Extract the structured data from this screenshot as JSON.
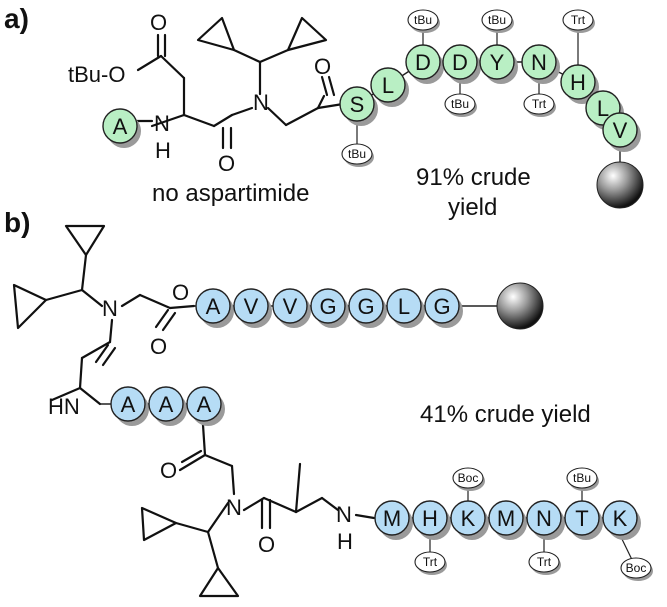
{
  "panels": {
    "a": {
      "label": "a)",
      "atoms": {
        "ester": "tBu-O",
        "o_ester": "O",
        "nh_n": "N",
        "nh_h": "H",
        "n_amide": "N",
        "o_amide": "O",
        "o_gly": "O"
      },
      "start_residue": "A",
      "residues": [
        "S",
        "L",
        "D",
        "D",
        "Y",
        "N",
        "H",
        "L",
        "V"
      ],
      "protecting_groups": [
        {
          "on": "S",
          "label": "tBu"
        },
        {
          "on": "D1",
          "label": "tBu"
        },
        {
          "on": "D2",
          "label": "tBu"
        },
        {
          "on": "N",
          "label": "Trt"
        },
        {
          "on": "H",
          "label": "Trt"
        }
      ],
      "notes": [
        "no aspartimide",
        "91% crude",
        "yield"
      ]
    },
    "b": {
      "label": "b)",
      "atoms": {
        "n1": "N",
        "o1": "O",
        "o2": "O",
        "hn": "HN",
        "o3": "O",
        "n2": "N",
        "o4": "O",
        "nh_n": "N",
        "nh_h": "H"
      },
      "top_chain": [
        "A",
        "V",
        "V",
        "G",
        "G",
        "L",
        "G"
      ],
      "middle_chain": [
        "A",
        "A",
        "A"
      ],
      "bottom_chain": [
        "M",
        "H",
        "K",
        "M",
        "N",
        "T",
        "K"
      ],
      "protecting_groups": [
        {
          "on": "H",
          "label": "Trt"
        },
        {
          "on": "K1",
          "label": "Boc"
        },
        {
          "on": "N",
          "label": "Trt"
        },
        {
          "on": "T",
          "label": "tBu"
        },
        {
          "on": "K2",
          "label": "Boc"
        }
      ],
      "note": "41% crude yield"
    }
  },
  "colors": {
    "green_residue": "#b9efc4",
    "blue_residue": "#b6dcf5",
    "outline": "#222222",
    "shadow": "#9a9a9a"
  }
}
